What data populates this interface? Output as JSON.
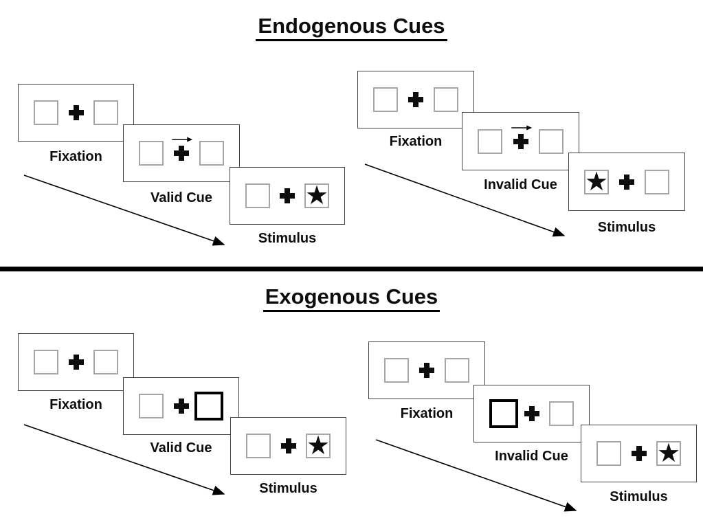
{
  "diagram": {
    "kind": "posner-cueing-paradigm",
    "sections": [
      {
        "title": "Endogenous Cues",
        "groups": [
          {
            "name": "valid-cue-sequence",
            "panels": [
              {
                "label": "Fixation",
                "left_box": "empty",
                "right_box": "empty",
                "cue": "none"
              },
              {
                "label": "Valid Cue",
                "left_box": "empty",
                "right_box": "empty",
                "cue": "arrow-right-above-fixation-cross"
              },
              {
                "label": "Stimulus",
                "left_box": "empty",
                "right_box": "star",
                "cue": "none"
              }
            ]
          },
          {
            "name": "invalid-cue-sequence",
            "panels": [
              {
                "label": "Fixation",
                "left_box": "empty",
                "right_box": "empty",
                "cue": "none"
              },
              {
                "label": "Invalid Cue",
                "left_box": "empty",
                "right_box": "empty",
                "cue": "arrow-right-above-fixation-cross"
              },
              {
                "label": "Stimulus",
                "left_box": "star",
                "right_box": "empty",
                "cue": "none"
              }
            ]
          }
        ]
      },
      {
        "title": "Exogenous Cues",
        "groups": [
          {
            "name": "valid-cue-sequence",
            "panels": [
              {
                "label": "Fixation",
                "left_box": "empty",
                "right_box": "empty",
                "cue": "none"
              },
              {
                "label": "Valid Cue",
                "left_box": "empty",
                "right_box": "highlighted",
                "cue": "thick-border-right-box"
              },
              {
                "label": "Stimulus",
                "left_box": "empty",
                "right_box": "star",
                "cue": "none"
              }
            ]
          },
          {
            "name": "invalid-cue-sequence",
            "panels": [
              {
                "label": "Fixation",
                "left_box": "empty",
                "right_box": "empty",
                "cue": "none"
              },
              {
                "label": "Invalid Cue",
                "left_box": "highlighted",
                "right_box": "empty",
                "cue": "thick-border-left-box"
              },
              {
                "label": "Stimulus",
                "left_box": "empty",
                "right_box": "star",
                "cue": "none"
              }
            ]
          }
        ]
      }
    ],
    "glyphs": {
      "star": "★"
    },
    "colors": {
      "panel_border": "#404040",
      "box_border": "#a6a6a6",
      "ink": "#000000",
      "background": "#ffffff"
    }
  }
}
